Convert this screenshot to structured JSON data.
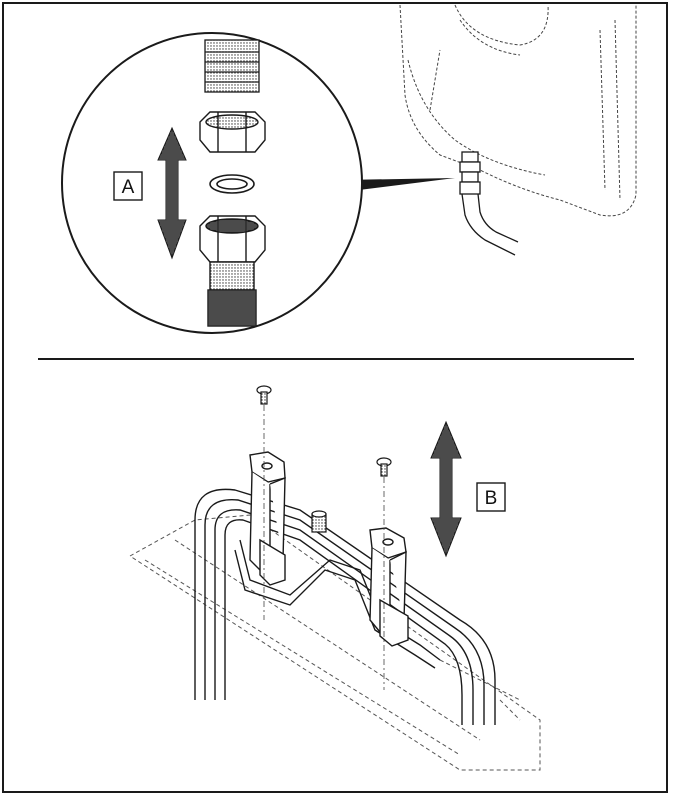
{
  "figure": {
    "labels": {
      "a": "A",
      "b": "B"
    },
    "parts": {
      "top": [
        "hose",
        "union-nut",
        "sealing-ring",
        "threaded-fitting",
        "water-tank"
      ],
      "bottom": [
        "screw",
        "screw",
        "mounting-bracket",
        "mounting-bracket",
        "heating-element",
        "base-plate"
      ]
    },
    "colors": {
      "line": "#1a1a1a",
      "dashed": "#555555",
      "background": "#ffffff"
    }
  }
}
